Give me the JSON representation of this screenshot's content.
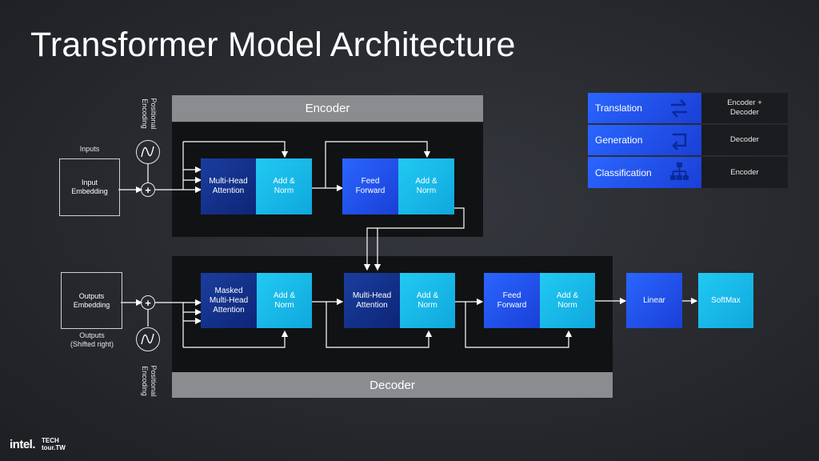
{
  "title": "Transformer Model Architecture",
  "encoder": {
    "label": "Encoder",
    "input_label": "Inputs",
    "input_embedding": "Input\nEmbedding",
    "positional_encoding": "Positional\nEncoding",
    "multi_head_attention": "Multi-Head\nAttention",
    "add_norm_1": "Add &\nNorm",
    "feed_forward": "Feed\nForward",
    "add_norm_2": "Add &\nNorm"
  },
  "decoder": {
    "label": "Decoder",
    "outputs_embedding": "Outputs\nEmbedding",
    "outputs_label": "Outputs\n(Shifted right)",
    "positional_encoding": "Positional\nEncoding",
    "masked_attention": "Masked\nMulti-Head\nAttention",
    "add_norm_1": "Add &\nNorm",
    "multi_head_attention": "Multi-Head\nAttention",
    "add_norm_2": "Add &\nNorm",
    "feed_forward": "Feed\nForward",
    "add_norm_3": "Add &\nNorm"
  },
  "output": {
    "linear": "Linear",
    "softmax": "SoftMax"
  },
  "tasks": [
    {
      "name": "Translation",
      "icon": "swap-arrows-icon",
      "model": "Encoder +\nDecoder"
    },
    {
      "name": "Generation",
      "icon": "loop-arrow-icon",
      "model": "Decoder"
    },
    {
      "name": "Classification",
      "icon": "hierarchy-icon",
      "model": "Encoder"
    }
  ],
  "footer": {
    "brand": "intel.",
    "event_line1": "TECH",
    "event_line2": "tour.TW"
  }
}
